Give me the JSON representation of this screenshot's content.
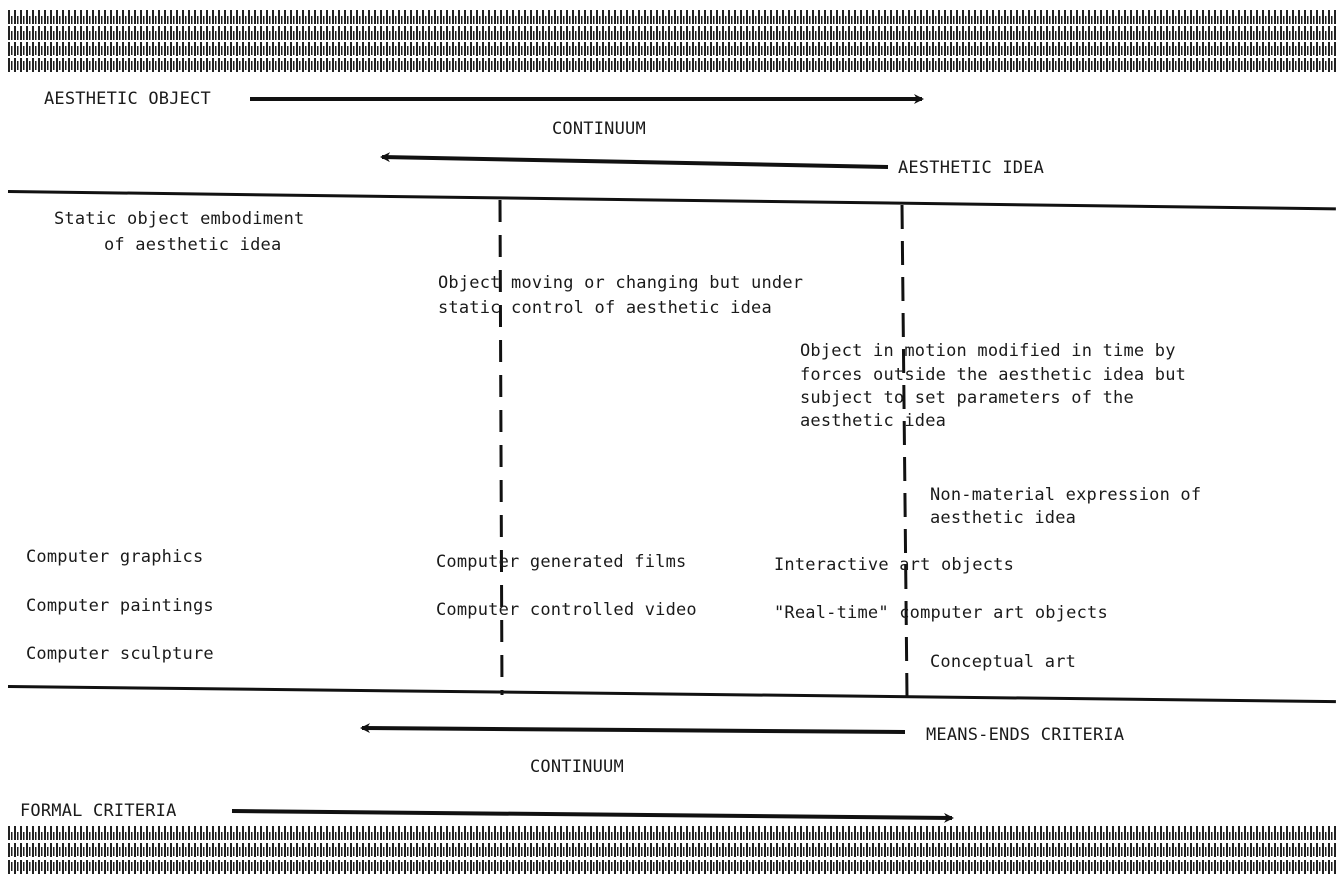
{
  "top": {
    "aesthetic_object": "AESTHETIC OBJECT",
    "continuum": "CONTINUUM",
    "aesthetic_idea": "AESTHETIC IDEA"
  },
  "columns": {
    "static_object_line1": "Static object embodiment",
    "static_object_line2": "of aesthetic idea",
    "moving_object_line1": "Object moving or changing but under",
    "moving_object_line2": "static control of aesthetic idea",
    "motion_object_line1": "Object in motion modified in time by",
    "motion_object_line2": "forces outside the aesthetic idea but",
    "motion_object_line3": "subject to set parameters of the",
    "motion_object_line4": "aesthetic idea",
    "non_material_line1": "Non-material expression of",
    "non_material_line2": "aesthetic idea"
  },
  "examples": {
    "computer_graphics": "Computer graphics",
    "computer_paintings": "Computer paintings",
    "computer_sculpture": "Computer sculpture",
    "computer_generated_films": "Computer generated films",
    "computer_controlled_video": "Computer controlled video",
    "interactive_art_objects": "Interactive art objects",
    "real_time_objects": "\"Real-time\" computer art objects",
    "conceptual_art": "Conceptual art"
  },
  "bottom": {
    "means_ends_criteria": "MEANS-ENDS CRITERIA",
    "continuum": "CONTINUUM",
    "formal_criteria": "FORMAL CRITERIA"
  }
}
